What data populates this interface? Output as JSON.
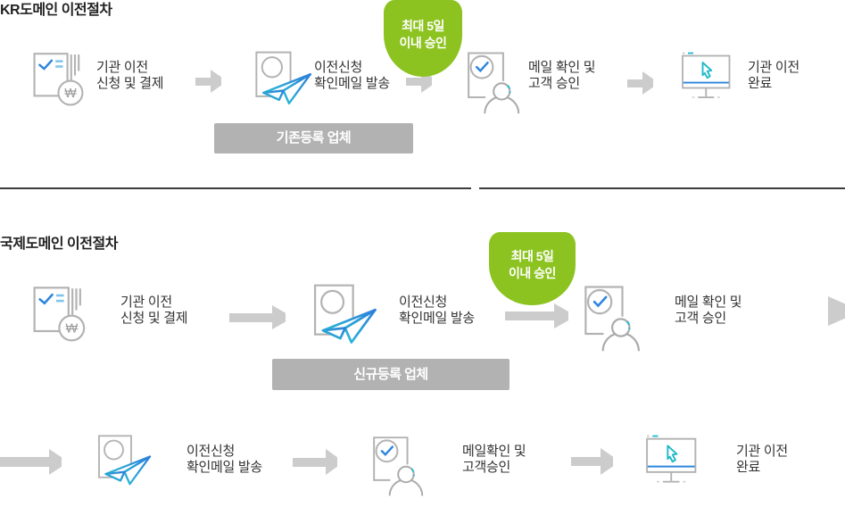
{
  "colors": {
    "accent_green": "#8cc320",
    "arrow_gray": "#cccccc",
    "bar_gray": "#b2b2b2",
    "title_color": "#222222",
    "label_color": "#333333",
    "icon_outline_gray": "#b3b3b3",
    "icon_blue": "#2e86de",
    "icon_teal": "#29b9d6",
    "icon_light_blue": "#7fc4ec"
  },
  "badge": {
    "line1": "최대 5일",
    "line2": "이내 승인"
  },
  "kr_section": {
    "title": "KR도메인 이전절차",
    "registrar_tag": "기존등록 업체",
    "steps": [
      {
        "icon": "document-won-icon",
        "line1": "기관 이전",
        "line2": "신청 및 결제"
      },
      {
        "icon": "send-mail-icon",
        "line1": "이전신청",
        "line2": "확인메일 발송"
      },
      {
        "icon": "mail-approve-icon",
        "line1": "메일 확인 및",
        "line2": "고객 승인"
      },
      {
        "icon": "monitor-complete-icon",
        "line1": "기관 이전",
        "line2": "완료"
      }
    ]
  },
  "intl_section": {
    "title": "국제도메인 이전절차",
    "registrar_tag": "신규등록 업체",
    "row1": [
      {
        "icon": "document-won-icon",
        "line1": "기관 이전",
        "line2": "신청 및 결제"
      },
      {
        "icon": "send-mail-icon",
        "line1": "이전신청",
        "line2": "확인메일 발송"
      },
      {
        "icon": "mail-approve-icon",
        "line1": "메일 확인 및",
        "line2": "고객 승인"
      }
    ],
    "row2": [
      {
        "icon": "send-mail-icon",
        "line1": "이전신청",
        "line2": "확인메일 발송"
      },
      {
        "icon": "mail-approve-icon",
        "line1": "메일확인 및",
        "line2": "고객승인"
      },
      {
        "icon": "monitor-complete-icon",
        "line1": "기관 이전",
        "line2": "완료"
      }
    ]
  }
}
